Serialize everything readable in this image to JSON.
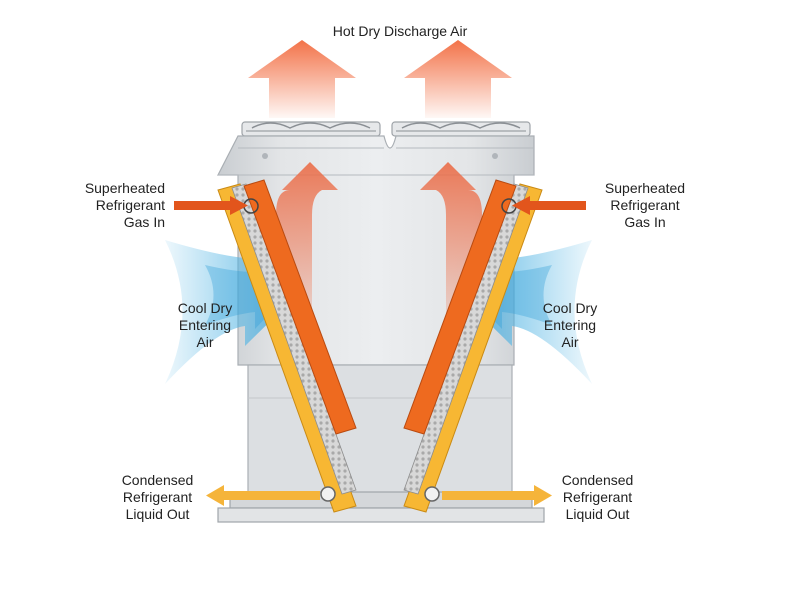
{
  "title": "Hot Dry Discharge Air",
  "labels": {
    "gas_in_left": [
      "Superheated",
      "Refrigerant",
      "Gas In"
    ],
    "gas_in_right": [
      "Superheated",
      "Refrigerant",
      "Gas In"
    ],
    "cool_air_left": [
      "Cool Dry",
      "Entering",
      "Air"
    ],
    "cool_air_right": [
      "Cool Dry",
      "Entering",
      "Air"
    ],
    "liquid_out_left": [
      "Condensed",
      "Refrigerant",
      "Liquid Out"
    ],
    "liquid_out_right": [
      "Condensed",
      "Refrigerant",
      "Liquid Out"
    ]
  },
  "colors": {
    "hot_air": "#f26b3f",
    "cool_air": "#4fb3e3",
    "coil_orange": "#ee6a1f",
    "coil_yellow": "#f7b733",
    "housing": "#d9dcdf",
    "gas_arrow": "#e2551c",
    "liquid_arrow": "#f5b43a"
  },
  "icons": [
    "hot-air-arrow-icon",
    "gas-in-arrow-icon",
    "cool-air-arrow-icon",
    "liquid-out-arrow-icon",
    "fan-icon"
  ]
}
